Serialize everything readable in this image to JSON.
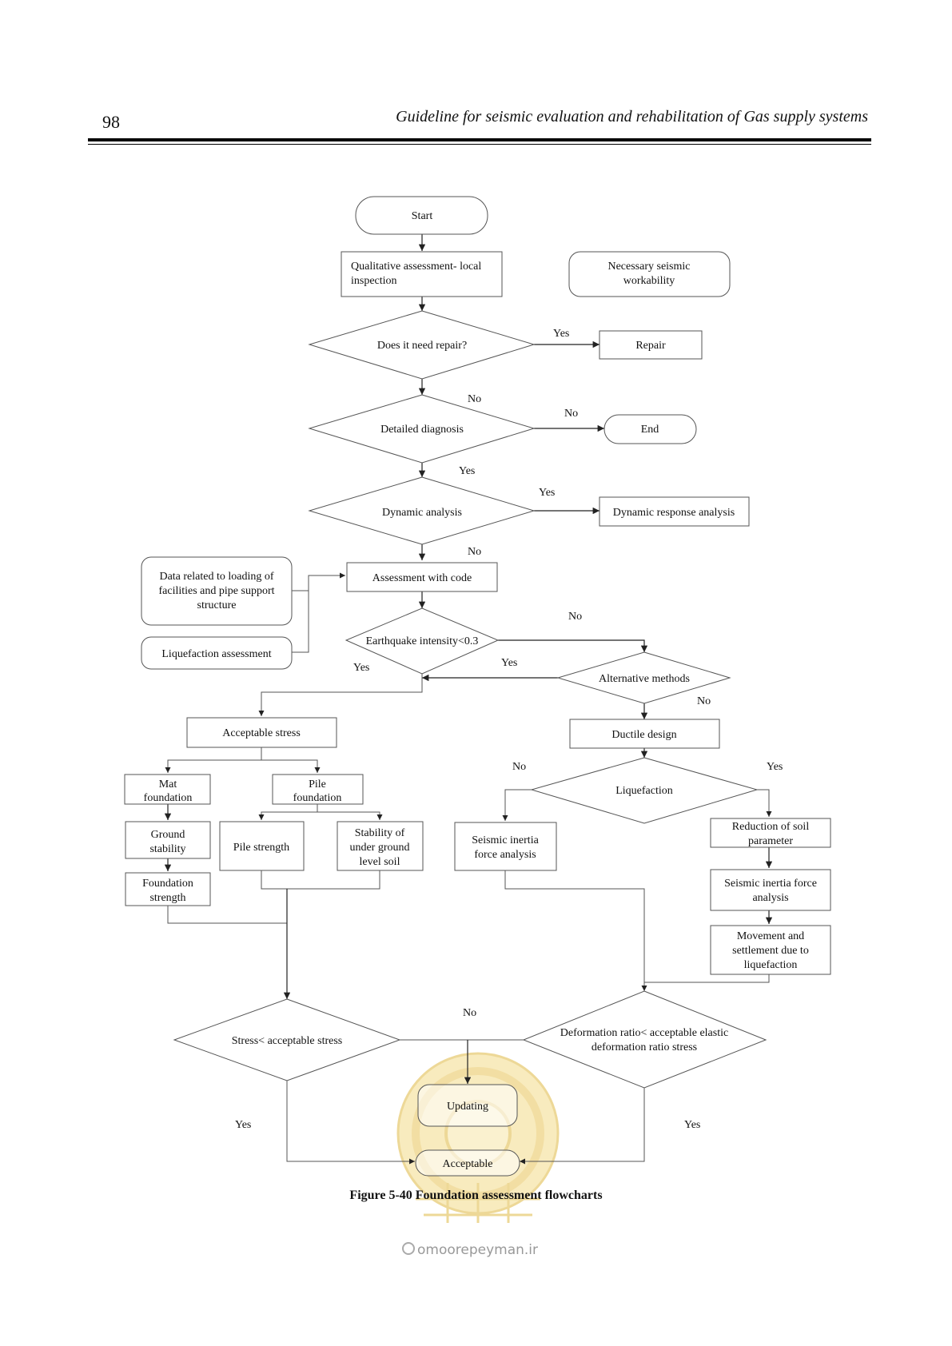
{
  "header": {
    "page_number": "98",
    "running_title": "Guideline for seismic evaluation and rehabilitation of Gas supply systems"
  },
  "flowchart": {
    "start": "Start",
    "qualitative": [
      "Qualitative assessment- local",
      "inspection"
    ],
    "necessary": [
      "Necessary seismic",
      "workability"
    ],
    "need_repair": "Does it need repair?",
    "repair": "Repair",
    "detailed": "Detailed diagnosis",
    "end": "End",
    "dynamic": "Dynamic analysis",
    "dynamic_response": "Dynamic response analysis",
    "data_loading": [
      "Data related to loading of",
      "facilities and pipe support",
      "structure"
    ],
    "liq_assessment": "Liquefaction assessment",
    "assessment_code": "Assessment with code",
    "eq_intensity": "Earthquake intensity<0.3",
    "alternative": "Alternative methods",
    "acceptable_stress": "Acceptable stress",
    "ductile": "Ductile design",
    "liquefaction": "Liquefaction",
    "mat": [
      "Mat",
      "foundation"
    ],
    "pile_foundation": [
      "Pile",
      "foundation"
    ],
    "ground_stability": [
      "Ground",
      "stability"
    ],
    "foundation_strength": [
      "Foundation",
      "strength"
    ],
    "pile_strength": "Pile strength",
    "stability_under": [
      "Stability of",
      "under ground",
      "level soil"
    ],
    "seismic_inertia_left": [
      "Seismic inertia",
      "force analysis"
    ],
    "reduction": [
      "Reduction of soil",
      "parameter"
    ],
    "seismic_inertia_right": [
      "Seismic inertia force",
      "analysis"
    ],
    "movement": [
      "Movement and",
      "settlement due to",
      "liquefaction"
    ],
    "stress_check": "Stress< acceptable stress",
    "deformation": [
      "Deformation ratio< acceptable elastic",
      "deformation ratio stress"
    ],
    "updating": "Updating",
    "acceptable": "Acceptable",
    "yes": "Yes",
    "no": "No"
  },
  "watermark": {
    "site": "omoorepeyman.ir"
  },
  "caption": {
    "figure_label": "Figure 5-40 Foundation assessment flowcharts"
  },
  "colors": {
    "line": "#555555",
    "text": "#111111",
    "watermark": "#e8c867"
  }
}
